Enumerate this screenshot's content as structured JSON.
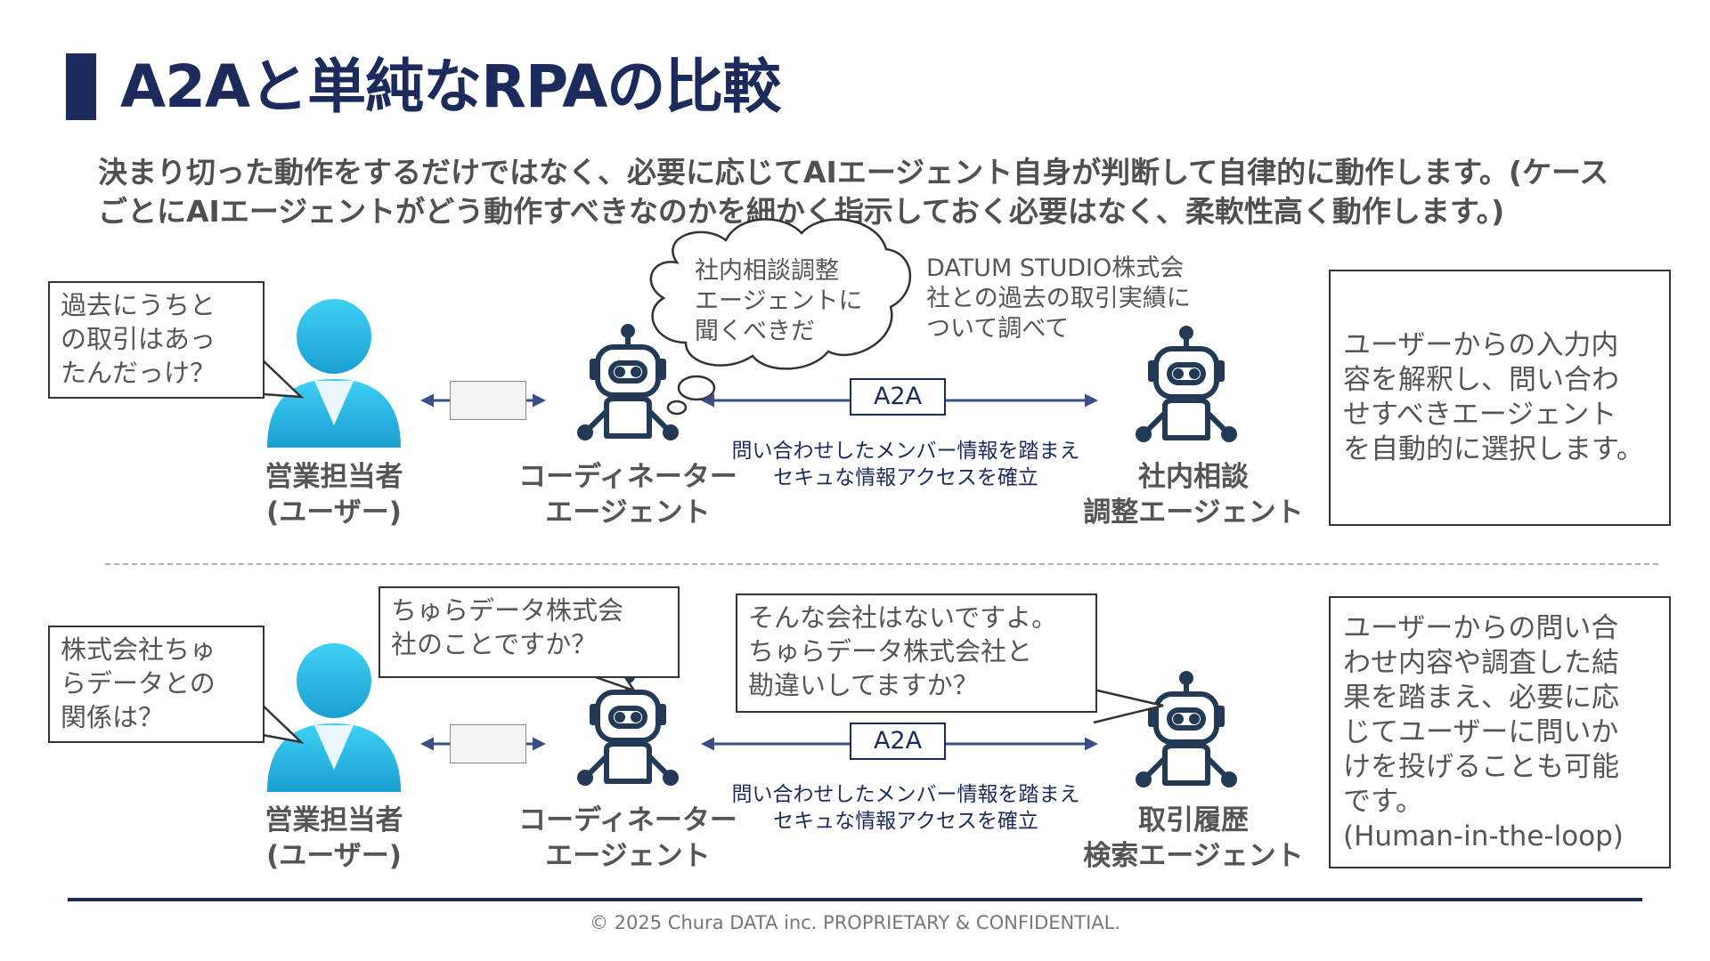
{
  "title": "A2Aと単純なRPAの比較",
  "subtitle": {
    "line1": "決まり切った動作をするだけではなく、必要に応じてAIエージェント自身が判断して自律的に動作します。(ケース",
    "line2": "ごとにAIエージェントがどう動作すべきなのかを細かく指示しておく必要はなく、柔軟性高く動作します。)"
  },
  "scenario1": {
    "user_bubble": [
      "過去にうちと",
      "の取引はあっ",
      "たんだっけ？"
    ],
    "thought_bubble": [
      "社内相談調整",
      "エージェントに",
      "聞くべきだ"
    ],
    "instruction": [
      "DATUM STUDIO株式会",
      "社との過去の取引実績に",
      "ついて調べて"
    ],
    "user_label": [
      "営業担当者",
      "(ユーザー)"
    ],
    "coordinator_label": [
      "コーディネーター",
      "エージェント"
    ],
    "target_label": [
      "社内相談",
      "調整エージェント"
    ],
    "a2a_label": "A2A",
    "a2a_note": [
      "問い合わせしたメンバー情報を踏まえ",
      "セキュな情報アクセスを確立"
    ],
    "description": [
      "ユーザーからの入力内",
      "容を解釈し、問い合わ",
      "せすべきエージェント",
      "を自動的に選択します。"
    ]
  },
  "scenario2": {
    "user_bubble": [
      "株式会社ちゅ",
      "らデータとの",
      "関係は？"
    ],
    "coordinator_bubble": [
      "ちゅらデータ株式会",
      "社のことですか？"
    ],
    "target_bubble": [
      "そんな会社はないですよ。",
      "ちゅらデータ株式会社と",
      "勘違いしてますか？"
    ],
    "user_label": [
      "営業担当者",
      "(ユーザー)"
    ],
    "coordinator_label": [
      "コーディネーター",
      "エージェント"
    ],
    "target_label": [
      "取引履歴",
      "検索エージェント"
    ],
    "a2a_label": "A2A",
    "a2a_note": [
      "問い合わせしたメンバー情報を踏まえ",
      "セキュな情報アクセスを確立"
    ],
    "description": [
      "ユーザーからの問い合",
      "わせ内容や調査した結",
      "果を踏まえ、必要に応",
      "じてユーザーに問いか",
      "けを投げることも可能",
      "です。",
      "(Human-in-the-loop)"
    ]
  },
  "footer": "© 2025 Chura DATA inc. PROPRIETARY & CONFIDENTIAL.",
  "colors": {
    "navy": "#1d2b5c",
    "person_cyan": "#2fc1ea",
    "robot_navy": "#223a55"
  },
  "icons": [
    "person-icon",
    "robot-icon",
    "screen-thumbnail-icon"
  ]
}
